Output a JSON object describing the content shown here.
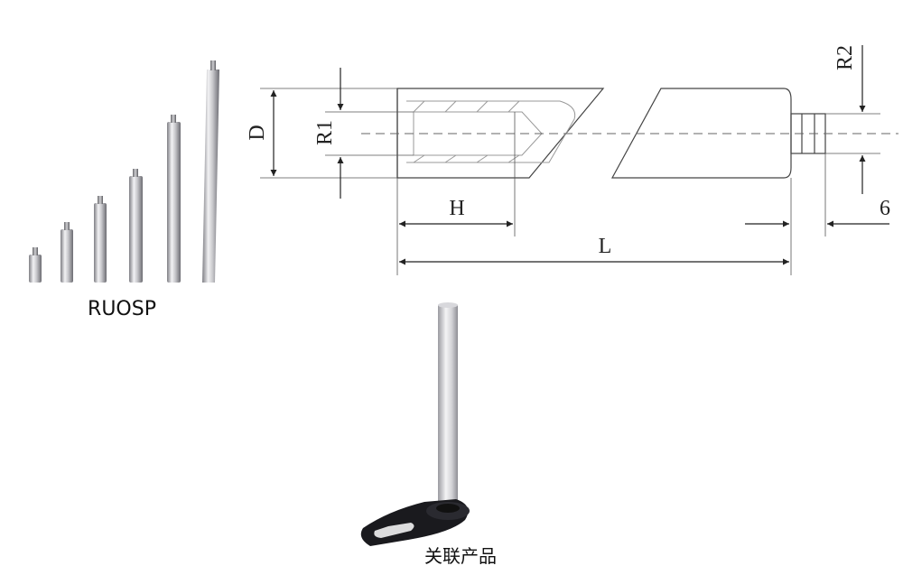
{
  "product": {
    "name": "RUOSP",
    "rod_count": 6
  },
  "drawing": {
    "labels": {
      "D": "D",
      "R1": "R1",
      "R2": "R2",
      "H": "H",
      "L": "L",
      "thread_length": "6"
    }
  },
  "related": {
    "caption": "关联产品"
  },
  "colors": {
    "line": "#333333",
    "dash": "#555555",
    "steel_light": "#e4e4e6",
    "steel_dark": "#8a8a90",
    "base_black": "#1a1a1e"
  }
}
